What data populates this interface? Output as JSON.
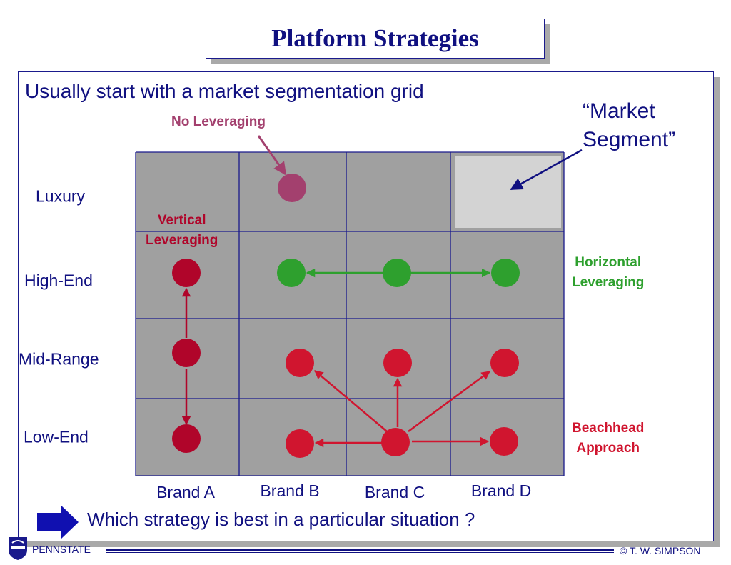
{
  "title": "Platform Strategies",
  "intro": "Usually start with a market segmentation grid",
  "market_segment_label": [
    "“Market",
    "Segment”"
  ],
  "rows": [
    "Luxury",
    "High-End",
    "Mid-Range",
    "Low-End"
  ],
  "columns": [
    "Brand A",
    "Brand B",
    "Brand C",
    "Brand D"
  ],
  "annotations": {
    "no_leveraging": "No Leveraging",
    "vertical": [
      "Vertical",
      "Leveraging"
    ],
    "horizontal": [
      "Horizontal",
      "Leveraging"
    ],
    "beachhead": [
      "Beachhead",
      "Approach"
    ]
  },
  "question": "Which strategy is best in a particular situation ?",
  "footer": {
    "logo_text": "PENNSTATE",
    "copyright": "© T. W. SIMPSON"
  },
  "colors": {
    "navy": "#101080",
    "grid_fill": "#a0a0a0",
    "segment_highlight": "#d3d3d3",
    "no_leveraging": "#a3406e",
    "vertical": "#b0052a",
    "horizontal": "#2ea02e",
    "beachhead": "#d0152f"
  }
}
